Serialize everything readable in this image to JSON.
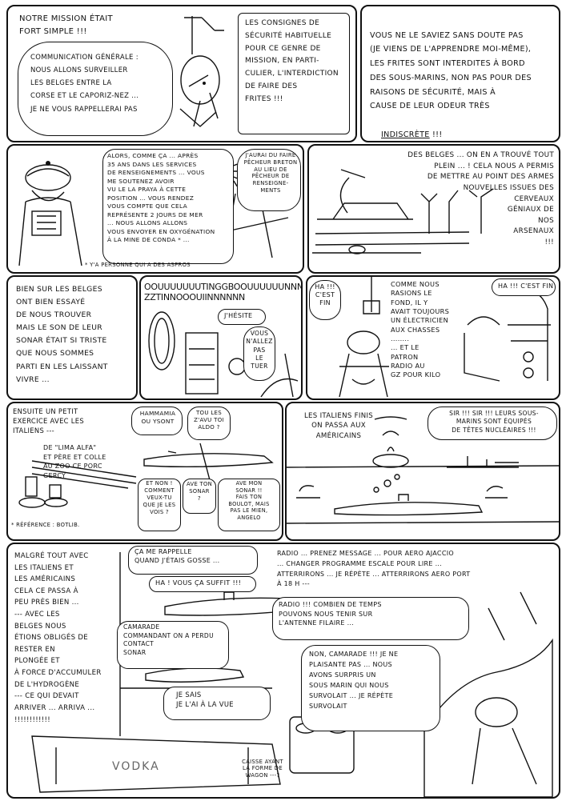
{
  "panel1": {
    "narration_left": "NOTRE MISSION ÉTAIT\nFORT SIMPLE !!!",
    "speech_left": "COMMUNICATION GÉNÉRALE :\nNOUS ALLONS SURVEILLER\nLES BELGES ENTRE LA\nCORSE ET LE CAPORIZ-NEZ ...\nJE NE VOUS RAPPELLERAI PAS",
    "speech_right": "LES CONSIGNES DE\nSÉCURITÉ HABITUELLE\nPOUR CE GENRE DE\nMISSION, EN PARTI-\nCULIER, L'INTERDICTION\nDE FAIRE DES\nFRITES !!!"
  },
  "panel2": {
    "narration": "VOUS NE LE SAVIEZ SANS DOUTE PAS\n(JE VIENS DE L'APPRENDRE MOI-MÊME),\nLES FRITES SONT INTERDITES À BORD\nDES SOUS-MARINS, NON PAS POUR DES\nRAISONS DE SÉCURITÉ, MAIS À\nCAUSE DE LEUR ODEUR TRÈS",
    "emphasis": "INDISCRÈTE",
    "emphasis_suffix": " !!!"
  },
  "panel3": {
    "speech_officer": "ALORS, COMME ÇA ... APRÈS\n35 ANS DANS LES SERVICES\nDE RENSEIGNEMENTS ... VOUS\nME SOUTENEZ AVOIR\nVU LE LA PRAYA À CETTE\nPOSITION ... VOUS RENDEZ\nVOUS COMPTE QUE CELA\nREPRÉSENTE 2 JOURS DE MER\n... NOUS ALLONS ALLONS\nVOUS ENVOYER EN OXYGÉNATION\nÀ LA MINE DE CONDA * ...",
    "speech_sailor": "J'AURAI DU FAIRE\nPÊCHEUR BRETON\nAU LIEU DE\nPÊCHEUR DE\nRENSEIGNE-\nMENTS",
    "footnote": "* Y'A PERSONNE QUI A DES ASPROS"
  },
  "panel4": {
    "narration": "DES BELGES ... ON EN A TROUVÉ TOUT\nPLEIN ... ! CELA NOUS A PERMIS\nDE METTRE AU POINT DES ARMES\nNOUVELLES ISSUES DES\nCERVEAUX\nGÉNIAUX DE\nNOS\nARSENAUX\n!!!"
  },
  "panel5": {
    "narration": "BIEN SUR LES BELGES\nONT BIEN ESSAYÉ\nDE NOUS TROUVER\nMAIS LE SON DE LEUR\nSONAR ÉTAIT SI TRISTE\nQUE NOUS SOMMES\nPARTI EN LES LAISSANT\nVIVRE ..."
  },
  "panel6": {
    "sound": "OOUUUUUUUTINGGBOOUUUUUUNNN\nZZTINNOOOUIINNNNNN",
    "speech_hesitate": "J'HÉSITE",
    "speech_tuer": "VOUS\nN'ALLEZ\nPAS\nLE\nTUER"
  },
  "panel7": {
    "speech_ha": "HA !!!\nC'EST\nFIN",
    "narration": "COMME NOUS\nRASIONS LE\nFOND, IL Y\nAVAIT TOUJOURS\nUN ÉLECTRICIEN\nAUX CHASSES\n........\n... ET LE\nPATRON\nRADIO AU\nGZ POUR Kilo",
    "speech_right": "HA !!! C'EST FIN"
  },
  "panel8": {
    "narration": "ENSUITE UN PETIT\nEXERCICE AVEC LES\nITALIENS ---",
    "speech_hammamia": "HAMMAMIA\nOU YSONT",
    "speech_aldo": "TOU LES\nZ'AVU TOI\nALDO ?",
    "song": "DE \"LIMA ALFA\"\nET PÈRE ET COLLE\nAU ZOO CE PORC\nGERCY",
    "speech_et_non": "ET NON !\nCOMMENT\nVEUX-TU\nQUE JE LES\nVOIS ?",
    "speech_aveton": "AVE TON\nSONAR\n?",
    "speech_avemon": "AVE MON\nSONAR !!\nFAIS TON\nBOULOT, MAIS\nPAS LE MIEN, ANGELO",
    "footnote": "* RÉFÉRENCE : BOTLIB."
  },
  "panel9": {
    "narration": "LES ITALIENS FINIS\nON PASSA AUX\nAMÉRICAINS",
    "speech": "SIR !!! SIR !!! LEURS SOUS-\nMARINS SONT ÉQUIPÉS\nDE TÊTES NUCLÉAIRES !!!"
  },
  "panel10": {
    "narration": "MALGRÉ TOUT AVEC\nLES ITALIENS ET\nLES AMÉRICAINS\nCELA CE PASSA À\nPEU PRÈS BIEN ...\n--- AVEC LES\nBELGES NOUS\nÉTIONS OBLIGÉS DE\nRESTER EN\nPLONGÉE ET\nÀ FORCE D'ACCUMULER\nDE L'HYDROGÈNE\n--- CE QUI DEVAIT\nARRIVER ... ARRIVA ...\n!!!!!!!!!!!!",
    "speech_rappelle": "ÇA ME RAPPELLE\nQUAND J'ÉTAIS GOSSE ...",
    "speech_suffit": "HA ! VOUS ÇA SUFFIT !!!",
    "radio_msg": "RADIO ... PRENEZ MESSAGE ... POUR AERO AJACCIO\n... CHANGER PROGRAMME ESCALE POUR LIRE ...\nATTERRIRONS ... JE RÉPÈTE ... ATTERRIRONS AERO PORT\nÀ 18 H ---",
    "speech_radio": "RADIO !!! COMBIEN DE TEMPS\nPOUVONS NOUS TENIR SUR\nL'ANTENNE FILAIRE ...",
    "speech_camarade": "CAMARADE\nCOMMANDANT ON A PERDU\nCONTACT\nSONAR",
    "speech_jesais": "JE SAIS\nJE L'AI À LA VUE",
    "speech_non": "NON, CAMARADE !!! JE NE\nPLAISANTE PAS ... NOUS\nAVONS SURPRIS UN\nSOUS MARIN QUI NOUS\nSURVOLAIT ... JE RÉPÈTE\nSURVOLAIT",
    "caption_caisse": "CAISSE AYANT\nLA FORME DE\nWAGON ---?",
    "crate_text": "VODKA"
  }
}
